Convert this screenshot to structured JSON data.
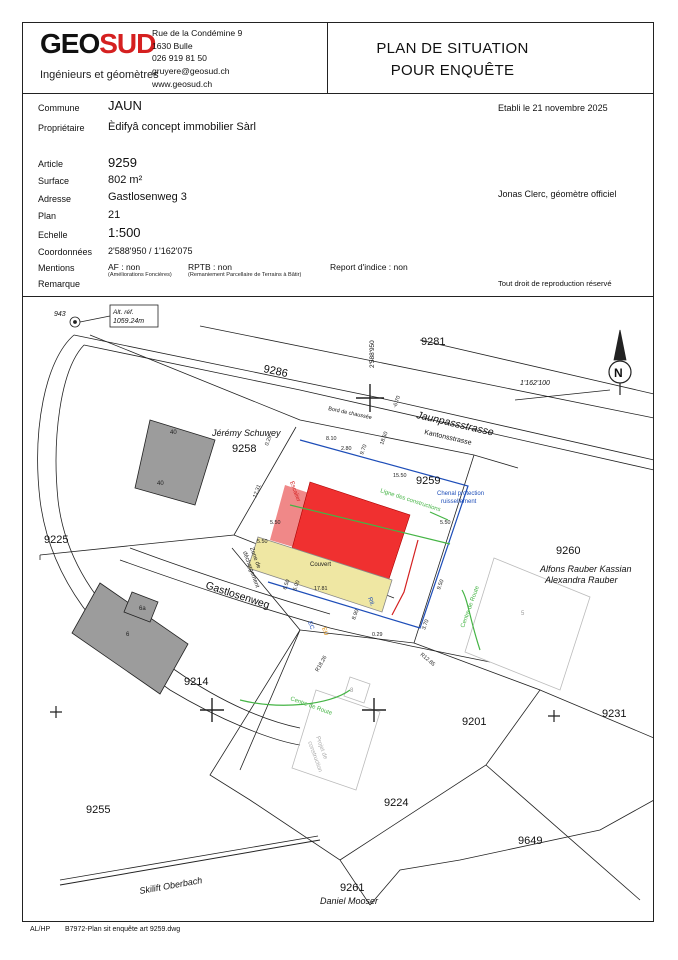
{
  "header": {
    "logo": {
      "part1": "GEO",
      "part2": "SUD"
    },
    "logo_subtitle": "Ingénieurs et géomètres",
    "address_lines": [
      "Rue de la Condémine 9",
      "1630 Bulle",
      "026 919 81 50",
      "gruyere@geosud.ch",
      "www.geosud.ch"
    ],
    "title_lines": [
      "PLAN DE SITUATION",
      "POUR ENQUÊTE"
    ]
  },
  "info": {
    "commune": {
      "label": "Commune",
      "value": "JAUN"
    },
    "proprietaire": {
      "label": "Propriétaire",
      "value": "Èdifyâ concept immobilier Sàrl"
    },
    "established": "Etabli le 21 novembre 2025",
    "article": {
      "label": "Article",
      "value": "9259"
    },
    "surface": {
      "label": "Surface",
      "value": "802 m²"
    },
    "adresse": {
      "label": "Adresse",
      "value": "Gastlosenweg 3"
    },
    "geometer": "Jonas Clerc, géomètre officiel",
    "plan": {
      "label": "Plan",
      "value": "21"
    },
    "echelle": {
      "label": "Echelle",
      "value": "1:500"
    },
    "coordonnees": {
      "label": "Coordonnées",
      "value": "2'588'950 / 1'162'075"
    },
    "mentions": {
      "label": "Mentions",
      "af": "AF :  non",
      "af_note": "(Améliorations Foncières)",
      "rptb": "RPTB :  non",
      "rptb_note": "(Remaniement Parcellaire de Terrains à Bâtir)",
      "report": "Report d'indice :  non"
    },
    "remarque": {
      "label": "Remarque"
    },
    "copyright": "Tout droit de reproduction réservé"
  },
  "map": {
    "parcels": {
      "p9281": "9281",
      "p9286": "9286",
      "p9258": "9258",
      "p9259": "9259",
      "p9260": "9260",
      "p9225": "9225",
      "p9214": "9214",
      "p9201": "9201",
      "p9231": "9231",
      "p9255": "9255",
      "p9224": "9224",
      "p9649": "9649",
      "p9261": "9261"
    },
    "owners": {
      "schuwey": "Jérémy Schuwey",
      "rauber1": "Alfons Rauber Kassian",
      "rauber2": "Alexandra Rauber",
      "mooser": "Daniel Mooser"
    },
    "roads": {
      "jaunpass": "Jaunpassstrasse",
      "kantons": "Kantonsstrasse",
      "gastlosen": "Gastlosenweg",
      "skilift": "Skilift Oberbach",
      "bord": "Bord de chaussée"
    },
    "ref": {
      "num": "943",
      "alt_label": "Alt. réf.",
      "alt_value": "1059.24m"
    },
    "coords": {
      "east": "2'588'950",
      "north": "1'162'100"
    },
    "north_label": "N",
    "building_labels": {
      "couvert": "Couvert",
      "zone": "Zone de",
      "zone2": "déchargement",
      "projet": "Projet de",
      "projet2": "construction",
      "ec": "EC",
      "eu": "EU",
      "rtl": "Rtl.",
      "escalier": "Escalier",
      "chenal": "Chenal protection",
      "chenal2": "ruissellement",
      "ligne": "Ligne des constructions",
      "centre1": "Centre de Route",
      "centre2": "Centre de Route"
    },
    "bld_nums": {
      "b40a": "40",
      "b40b": "40",
      "b6": "6",
      "b6a": "6a",
      "b5": "5",
      "b8": "8"
    },
    "dims": {
      "d029a": "0.29",
      "d810": "8.10",
      "d280": "2.80",
      "d970": "9.70",
      "d1860": "18.60",
      "d670": "-6.70",
      "d1550": "15.50",
      "d1231": "12.31",
      "d550a": "5.50",
      "d550b": "5.50",
      "d550c": "5.50",
      "d950": "9.50",
      "d370": "3.70",
      "d1285": "R12.85",
      "d1826": "R18.26",
      "d500": "5.00",
      "d781": "17.81",
      "d890": "8.90",
      "d029b": "0.29",
      "d650": "6.50"
    }
  },
  "footer": {
    "initials": "AL/HP",
    "file": "B7972-Plan sit enquête art 9259.dwg"
  }
}
